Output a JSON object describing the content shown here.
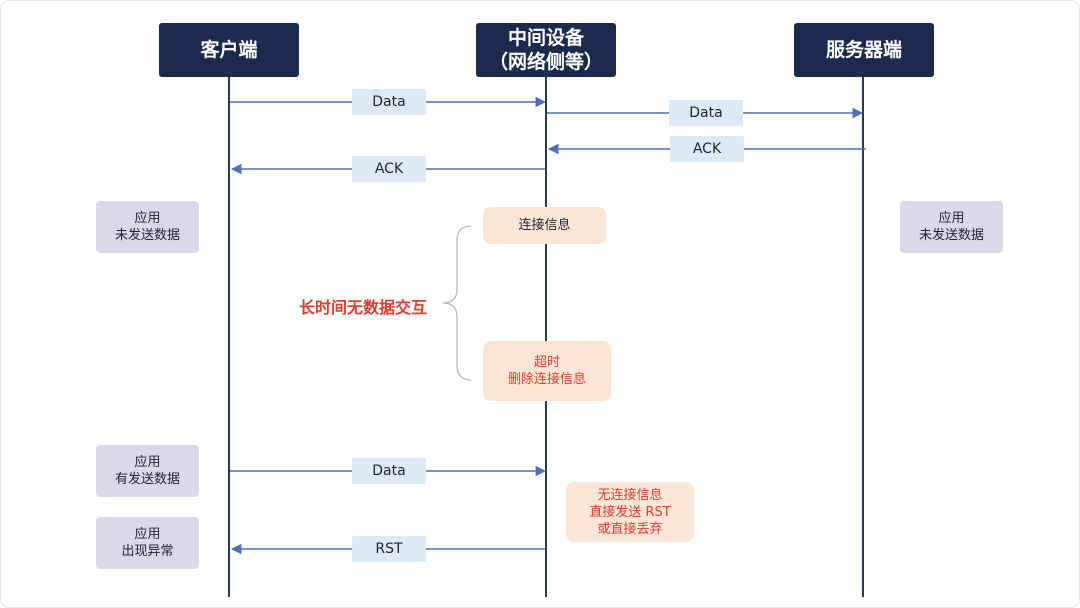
{
  "actors": {
    "client": "客户端",
    "middle_line1": "中间设备",
    "middle_line2": "（网络侧等）",
    "server": "服务器端"
  },
  "messages": {
    "data1": "Data",
    "data2": "Data",
    "ack_from_server": "ACK",
    "ack_to_client": "ACK",
    "data3": "Data",
    "rst": "RST"
  },
  "notes": {
    "client_unsent": [
      "应用",
      "未发送数据"
    ],
    "server_unsent": [
      "应用",
      "未发送数据"
    ],
    "client_sending": [
      "应用",
      "有发送数据"
    ],
    "client_error": [
      "应用",
      "出现异常"
    ]
  },
  "middle_notes": {
    "conn_info": "连接信息",
    "timeout": [
      "超时",
      "删除连接信息"
    ],
    "no_conn": [
      "无连接信息",
      "直接发送 RST",
      "或直接丢弃"
    ]
  },
  "brace_label": "长时间无数据交互",
  "colors": {
    "actor_bg": "#1b2b4e",
    "line": "#2b3850",
    "arrow": "#4e6fb6",
    "message_bg": "#dbeaf6",
    "note_bg": "#dcd8ea",
    "orange_bg": "#fbe6d6",
    "highlight_red": "#e03c2c"
  }
}
